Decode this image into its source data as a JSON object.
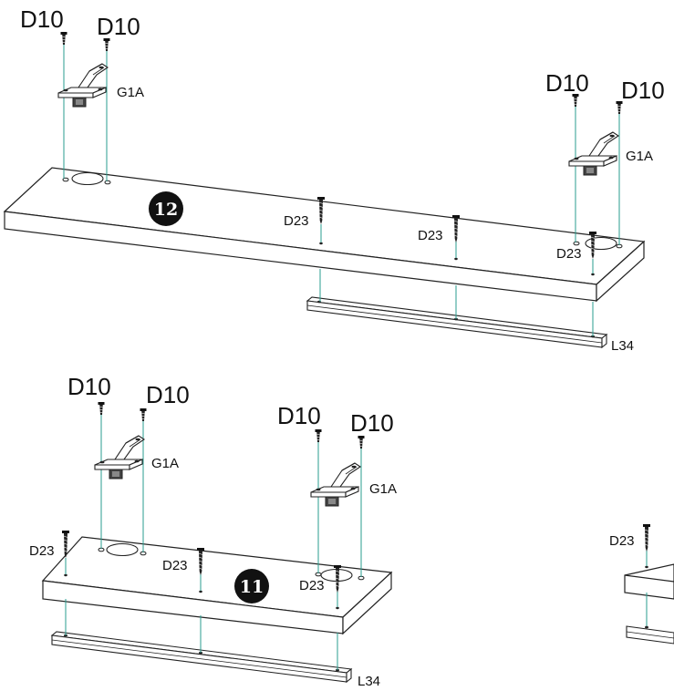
{
  "steps": {
    "top": {
      "number": "12",
      "screw_top": "D10",
      "hinge": "G1A",
      "screw_board": "D23",
      "rail": "L34"
    },
    "bottom": {
      "number": "11",
      "screw_top": "D10",
      "hinge": "G1A",
      "screw_board": "D23",
      "rail": "L34"
    }
  },
  "colors": {
    "line": "#222222",
    "guide": "#2a9d8f",
    "badge": "#111111"
  }
}
